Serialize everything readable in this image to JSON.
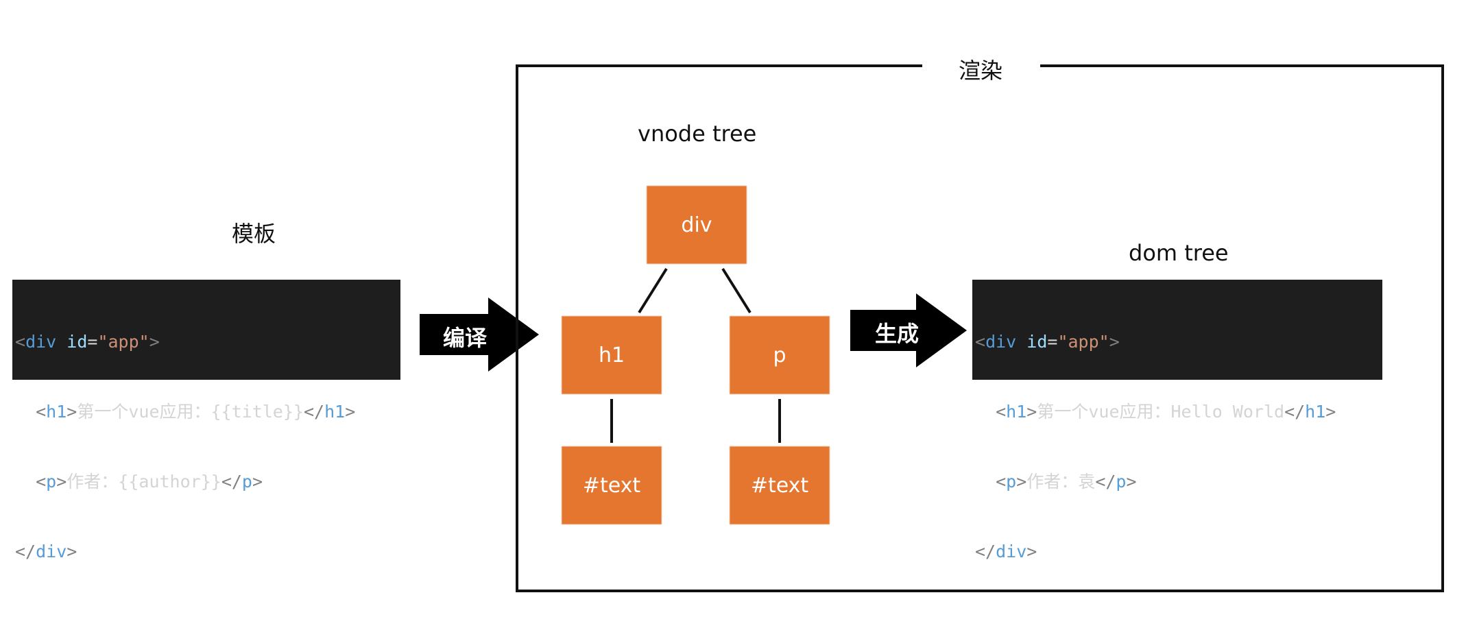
{
  "labels": {
    "template": "模板",
    "render": "渲染",
    "vnode_tree": "vnode tree",
    "dom_tree": "dom tree"
  },
  "arrows": {
    "compile": "编译",
    "generate": "生成"
  },
  "template_code": {
    "line1": {
      "open": "<",
      "tag": "div",
      "sp": " ",
      "attr": "id",
      "eq": "=",
      "val": "\"app\"",
      "close": ">"
    },
    "line2": {
      "indent": "  ",
      "open": "<",
      "tag": "h1",
      "close": ">",
      "text": "第一个vue应用：{{title}}",
      "open2": "</",
      "tag2": "h1",
      "close2": ">"
    },
    "line3": {
      "indent": "  ",
      "open": "<",
      "tag": "p",
      "close": ">",
      "text": "作者：{{author}}",
      "open2": "</",
      "tag2": "p",
      "close2": ">"
    },
    "line4": {
      "open": "</",
      "tag": "div",
      "close": ">"
    }
  },
  "dom_code": {
    "line1": {
      "open": "<",
      "tag": "div",
      "sp": " ",
      "attr": "id",
      "eq": "=",
      "val": "\"app\"",
      "close": ">"
    },
    "line2": {
      "indent": "  ",
      "open": "<",
      "tag": "h1",
      "close": ">",
      "text": "第一个vue应用：Hello World",
      "open2": "</",
      "tag2": "h1",
      "close2": ">"
    },
    "line3": {
      "indent": "  ",
      "open": "<",
      "tag": "p",
      "close": ">",
      "text": "作者：袁",
      "open2": "</",
      "tag2": "p",
      "close2": ">"
    },
    "line4": {
      "open": "</",
      "tag": "div",
      "close": ">"
    }
  },
  "tree": {
    "root": "div",
    "child_left": "h1",
    "child_right": "p",
    "leaf_left": "#text",
    "leaf_right": "#text"
  },
  "colors": {
    "node_fill": "#e4762f",
    "code_bg": "#1e1e1e",
    "tag": "#569cd6",
    "attr": "#9cdcfe",
    "string": "#ce9178"
  }
}
